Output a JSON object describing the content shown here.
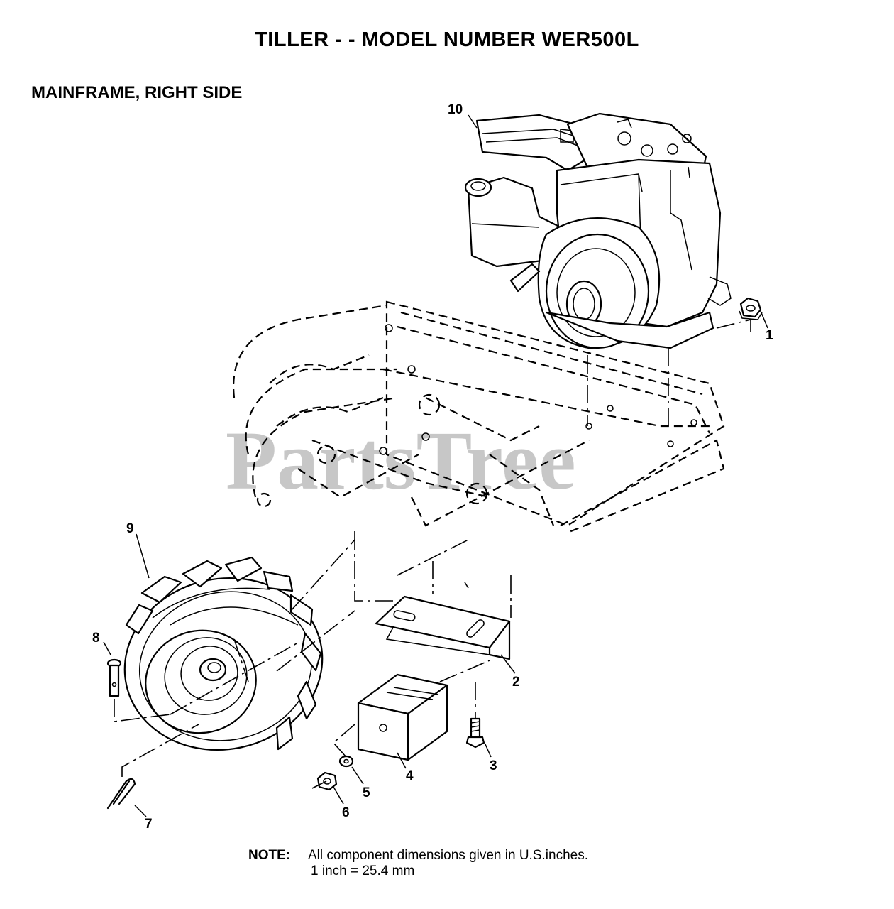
{
  "header": {
    "title": "TILLER - - MODEL NUMBER WER500L",
    "section": "MAINFRAME, RIGHT SIDE"
  },
  "watermark": "PartsTree",
  "parts": [
    {
      "number": "1"
    },
    {
      "number": "2"
    },
    {
      "number": "3"
    },
    {
      "number": "4"
    },
    {
      "number": "5"
    },
    {
      "number": "6"
    },
    {
      "number": "7"
    },
    {
      "number": "8"
    },
    {
      "number": "9"
    },
    {
      "number": "10"
    }
  ],
  "note": {
    "label": "NOTE:",
    "line1": "All component dimensions given in U.S.inches.",
    "line2": "1 inch = 25.4 mm"
  }
}
